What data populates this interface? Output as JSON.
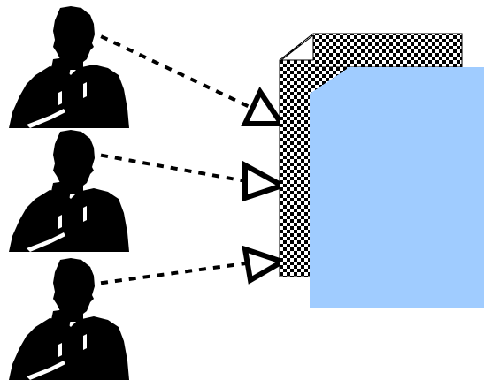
{
  "diagram": {
    "people": [
      {
        "id": "person-1"
      },
      {
        "id": "person-2"
      },
      {
        "id": "person-3"
      }
    ],
    "connections": [
      {
        "from": "person-1",
        "to": "document",
        "line_style": "dotted",
        "arrowhead": "hollow-triangle"
      },
      {
        "from": "person-2",
        "to": "document",
        "line_style": "dotted",
        "arrowhead": "hollow-triangle"
      },
      {
        "from": "person-3",
        "to": "document",
        "line_style": "dotted",
        "arrowhead": "hollow-triangle"
      }
    ],
    "document": {
      "back_page_pattern": "checkerboard",
      "front_page_color": "#a0ccff"
    },
    "colors": {
      "silhouette": "#000000",
      "connector": "#000000",
      "page_front": "#a0ccff",
      "background": "#ffffff"
    }
  }
}
